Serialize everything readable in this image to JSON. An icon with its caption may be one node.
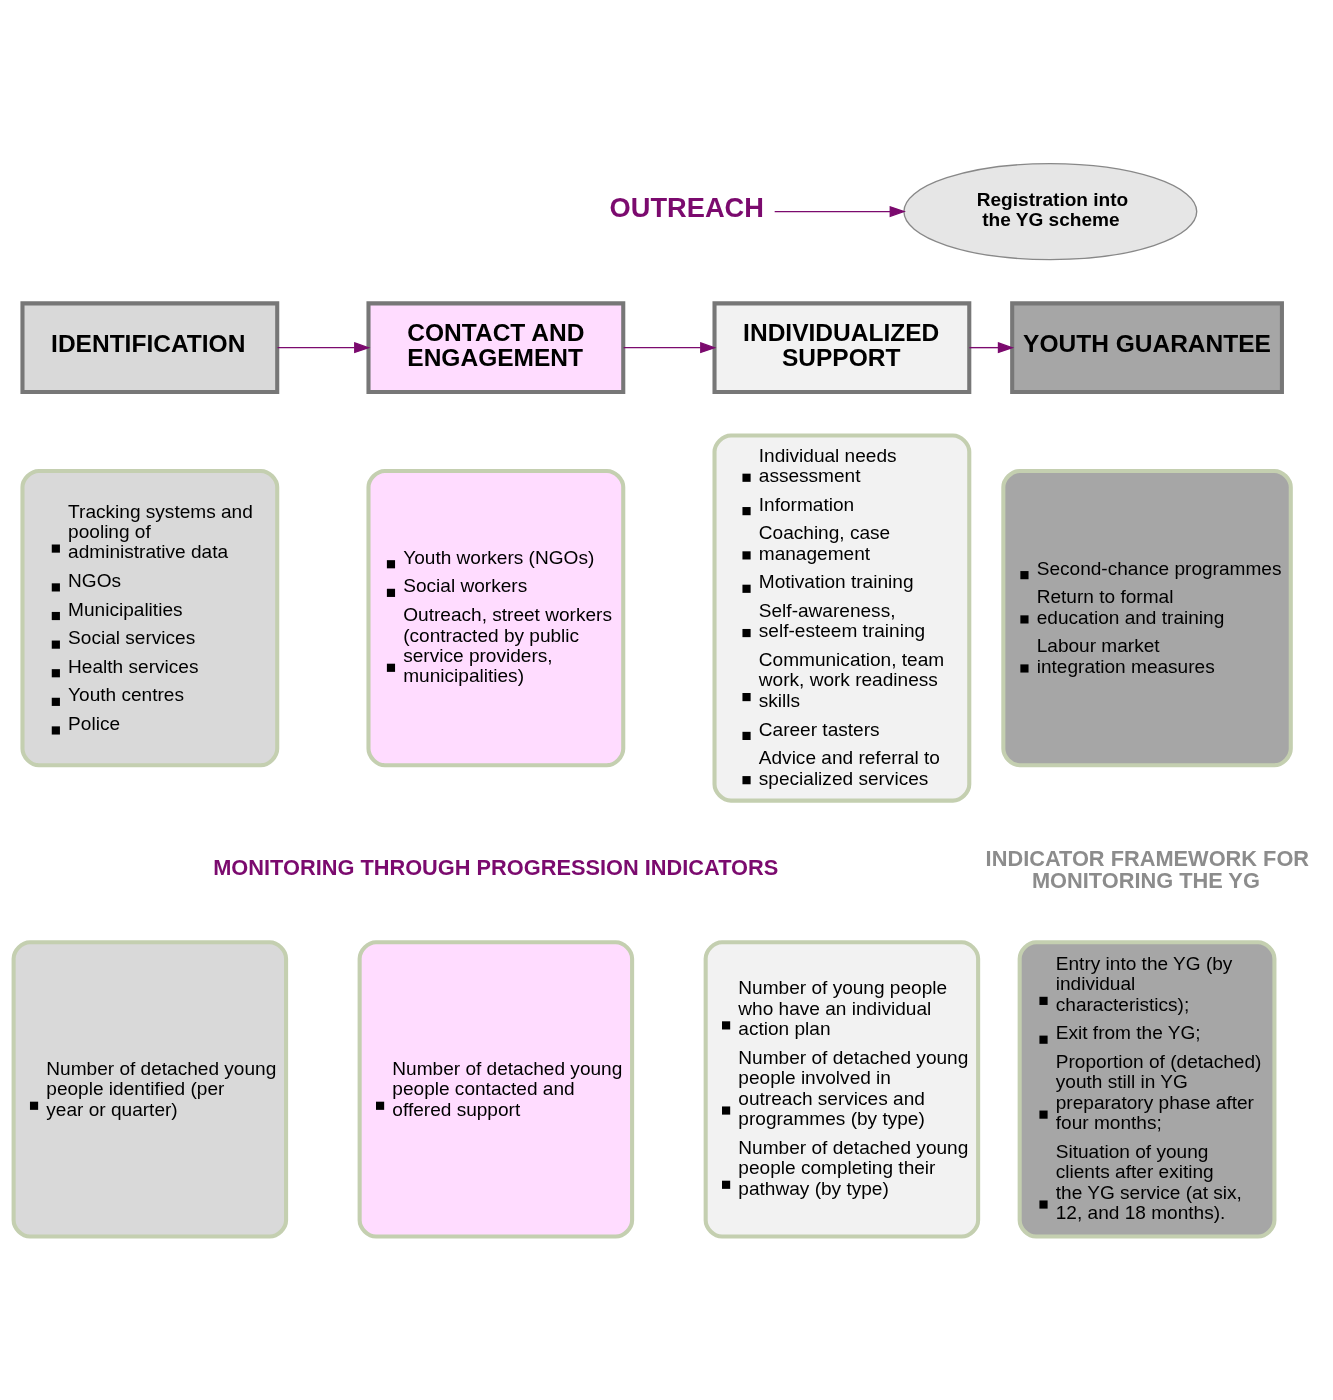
{
  "diagram": {
    "nodes": [
      {
        "text": [
          "OUTREACH"
        ]
      },
      {
        "text": [
          "Registration into the YG scheme"
        ]
      },
      {
        "text": [
          "IDENTIFICATION"
        ]
      },
      {
        "text": [
          "CONTACT AND ENGAGEMENT"
        ]
      },
      {
        "text": [
          "INDIVIDUALIZED SUPPORT"
        ]
      },
      {
        "text": [
          "YOUTH GUARANTEE"
        ]
      },
      {
        "text": [
          "Tracking systems and pooling of administrative data",
          "NGOs",
          "Municipalities",
          "Social services",
          "Health services",
          "Youth centres",
          "Police"
        ]
      },
      {
        "text": [
          "Youth workers (NGOs)",
          "Social workers",
          "Outreach, street workers (contracted by public service providers, municipalities)"
        ]
      },
      {
        "text": [
          "Individual needs assessment",
          "Information",
          "Coaching, case management",
          "Motivation training",
          "Self-awareness, self-esteem training",
          "Communication, team work, work readiness skills",
          "Career tasters",
          "Advice and referral to specialized services"
        ]
      },
      {
        "text": [
          "Second-chance programmes",
          "Return to formal education and training",
          "Labour market integration measures"
        ]
      },
      {
        "text": [
          "Number of detached young people identified (per year or quarter)"
        ]
      },
      {
        "text": [
          "Number of detached young people contacted and offered support"
        ]
      },
      {
        "text": [
          "Number of young people who have an individual action plan",
          "Number of detached young people involved in outreach services and programmes (by type)",
          "Number of detached young people completing their pathway (by type)"
        ]
      },
      {
        "text": [
          "Entry into the YG (by individual characteristics);",
          "Exit from the YG;",
          "Proportion of (detached) youth still in YG preparatory phase after four months;",
          "Situation of young clients after exiting the YG service (at six, 12, and 18 months)."
        ]
      }
    ],
    "edges": [
      {
        "from": 0,
        "to": 1,
        "arrow": "to"
      },
      {
        "from": 2,
        "to": 3,
        "arrow": "to"
      },
      {
        "from": 3,
        "to": 4,
        "arrow": "to"
      },
      {
        "from": 4,
        "to": 5,
        "arrow": "to"
      }
    ],
    "labels": [
      "MONITORING THROUGH PROGRESSION INDICATORS",
      "INDICATOR FRAMEWORK FOR MONITORING THE YG"
    ]
  }
}
